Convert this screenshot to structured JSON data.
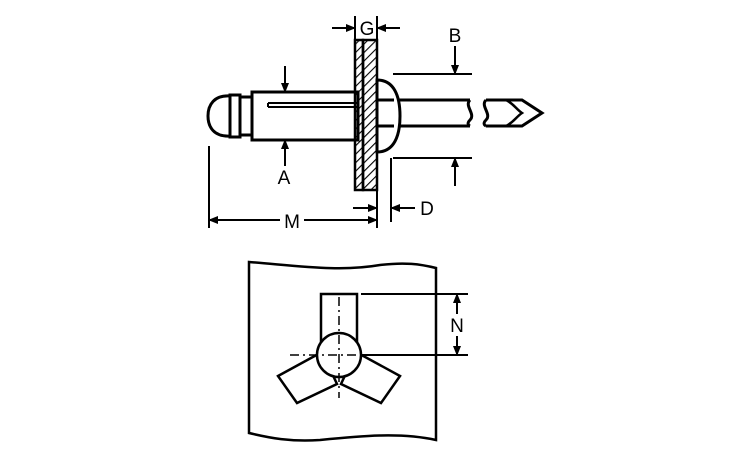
{
  "dimensions": {
    "grip": "G",
    "head_diameter": "B",
    "body_diameter": "A",
    "length": "M",
    "head_height": "D",
    "leg_length": "N"
  }
}
